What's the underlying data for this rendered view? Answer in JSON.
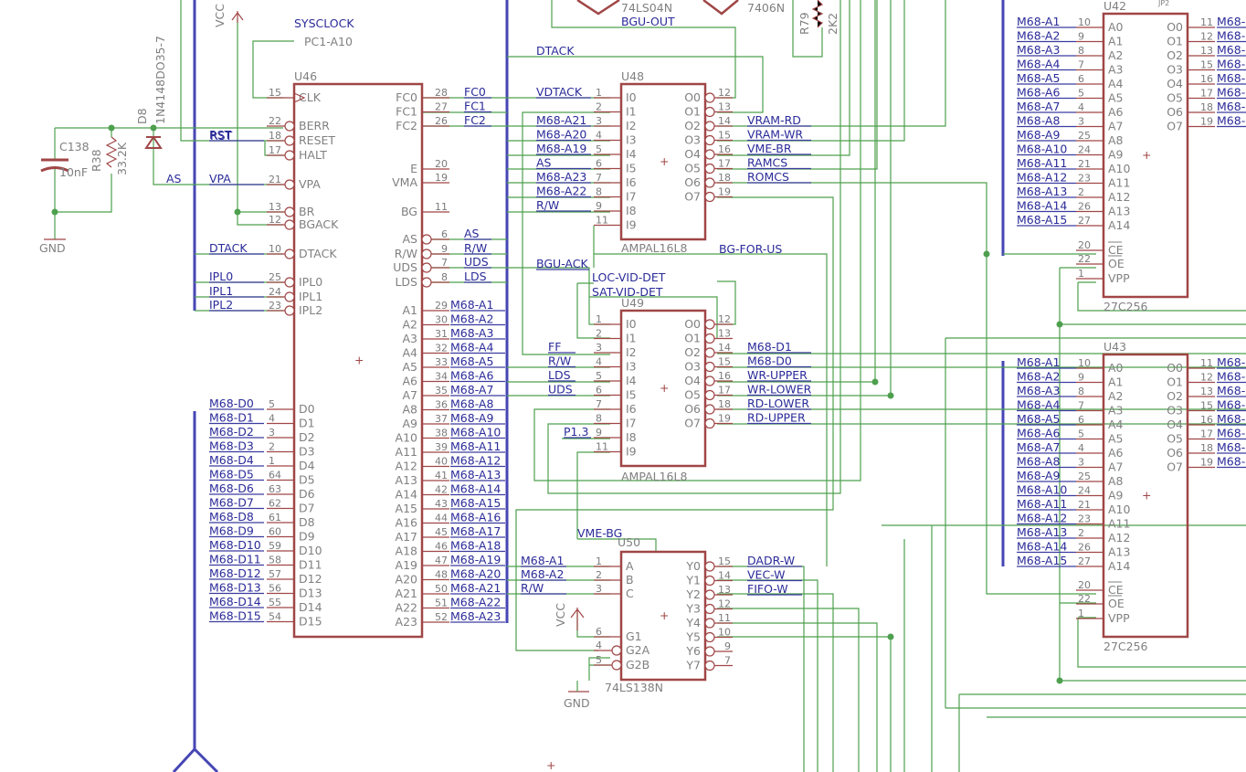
{
  "colors": {
    "background": "#ffffff",
    "wire": "#4ea04e",
    "bus": "#4646b4",
    "part_body": "#a04646",
    "net_label": "#2b2b9a",
    "part_text": "#808080"
  },
  "power": {
    "vcc_left": "VCC",
    "vcc_mid": "VCC",
    "gnd_left": "GND",
    "gnd_mid": "GND"
  },
  "top_labels": {
    "sysclock": "SYSCLOCK",
    "pc1": "PC1-A10",
    "ls04": "74LS04N",
    "ls7406": "7406N",
    "bgu_out": "BGU-OUT",
    "r79": "R79",
    "r79_value": "2K2",
    "jp2": "JP2"
  },
  "passives": {
    "c138_ref": "C138",
    "c138_val": "10nF",
    "r38_ref": "R38",
    "r38_val": "33.2K",
    "d8_ref": "D8",
    "d8_val": "1N4148DO35-7"
  },
  "u46": {
    "ref": "U46",
    "left_pins": [
      {
        "num": "15",
        "name": "CLK",
        "net": ""
      },
      {
        "num": "22",
        "name": "BERR",
        "net": ""
      },
      {
        "num": "18",
        "name": "RESET",
        "net": "RST"
      },
      {
        "num": "17",
        "name": "HALT",
        "net": ""
      },
      {
        "num": "21",
        "name": "VPA",
        "net": "VPA"
      },
      {
        "num": "13",
        "name": "BR",
        "net": ""
      },
      {
        "num": "12",
        "name": "BGACK",
        "net": ""
      },
      {
        "num": "10",
        "name": "DTACK",
        "net": "DTACK"
      },
      {
        "num": "25",
        "name": "IPL0",
        "net": "IPL0"
      },
      {
        "num": "24",
        "name": "IPL1",
        "net": "IPL1"
      },
      {
        "num": "23",
        "name": "IPL2",
        "net": "IPL2"
      }
    ],
    "data_pins": [
      {
        "num": "5",
        "name": "D0",
        "net": "M68-D0"
      },
      {
        "num": "4",
        "name": "D1",
        "net": "M68-D1"
      },
      {
        "num": "3",
        "name": "D2",
        "net": "M68-D2"
      },
      {
        "num": "2",
        "name": "D3",
        "net": "M68-D3"
      },
      {
        "num": "1",
        "name": "D4",
        "net": "M68-D4"
      },
      {
        "num": "64",
        "name": "D5",
        "net": "M68-D5"
      },
      {
        "num": "63",
        "name": "D6",
        "net": "M68-D6"
      },
      {
        "num": "62",
        "name": "D7",
        "net": "M68-D7"
      },
      {
        "num": "61",
        "name": "D8",
        "net": "M68-D8"
      },
      {
        "num": "60",
        "name": "D9",
        "net": "M68-D9"
      },
      {
        "num": "59",
        "name": "D10",
        "net": "M68-D10"
      },
      {
        "num": "58",
        "name": "D11",
        "net": "M68-D11"
      },
      {
        "num": "57",
        "name": "D12",
        "net": "M68-D12"
      },
      {
        "num": "56",
        "name": "D13",
        "net": "M68-D13"
      },
      {
        "num": "55",
        "name": "D14",
        "net": "M68-D14"
      },
      {
        "num": "54",
        "name": "D15",
        "net": "M68-D15"
      }
    ],
    "fc_pins": [
      {
        "num": "28",
        "name": "FC0",
        "net": "FC0"
      },
      {
        "num": "27",
        "name": "FC1",
        "net": "FC1"
      },
      {
        "num": "26",
        "name": "FC2",
        "net": "FC2"
      }
    ],
    "right_misc": [
      {
        "num": "20",
        "name": "E",
        "net": ""
      },
      {
        "num": "19",
        "name": "VMA",
        "net": ""
      },
      {
        "num": "11",
        "name": "BG",
        "net": ""
      },
      {
        "num": "6",
        "name": "AS",
        "net": "AS"
      },
      {
        "num": "9",
        "name": "R/W",
        "net": "R/W"
      },
      {
        "num": "7",
        "name": "UDS",
        "net": "UDS"
      },
      {
        "num": "8",
        "name": "LDS",
        "net": "LDS"
      }
    ],
    "addr_pins": [
      {
        "num": "29",
        "name": "A1",
        "net": "M68-A1"
      },
      {
        "num": "30",
        "name": "A2",
        "net": "M68-A2"
      },
      {
        "num": "31",
        "name": "A3",
        "net": "M68-A3"
      },
      {
        "num": "32",
        "name": "A4",
        "net": "M68-A4"
      },
      {
        "num": "33",
        "name": "A5",
        "net": "M68-A5"
      },
      {
        "num": "34",
        "name": "A6",
        "net": "M68-A6"
      },
      {
        "num": "35",
        "name": "A7",
        "net": "M68-A7"
      },
      {
        "num": "36",
        "name": "A8",
        "net": "M68-A8"
      },
      {
        "num": "37",
        "name": "A9",
        "net": "M68-A9"
      },
      {
        "num": "38",
        "name": "A10",
        "net": "M68-A10"
      },
      {
        "num": "39",
        "name": "A11",
        "net": "M68-A11"
      },
      {
        "num": "40",
        "name": "A12",
        "net": "M68-A12"
      },
      {
        "num": "41",
        "name": "A13",
        "net": "M68-A13"
      },
      {
        "num": "42",
        "name": "A14",
        "net": "M68-A14"
      },
      {
        "num": "43",
        "name": "A15",
        "net": "M68-A15"
      },
      {
        "num": "44",
        "name": "A16",
        "net": "M68-A16"
      },
      {
        "num": "45",
        "name": "A17",
        "net": "M68-A17"
      },
      {
        "num": "46",
        "name": "A18",
        "net": "M68-A18"
      },
      {
        "num": "47",
        "name": "A19",
        "net": "M68-A19"
      },
      {
        "num": "48",
        "name": "A20",
        "net": "M68-A20"
      },
      {
        "num": "50",
        "name": "A21",
        "net": "M68-A21"
      },
      {
        "num": "51",
        "name": "A22",
        "net": "M68-A22"
      },
      {
        "num": "52",
        "name": "A23",
        "net": "M68-A23"
      }
    ],
    "misc_nets": {
      "as": "AS",
      "dtack": "DTACK"
    }
  },
  "u48": {
    "ref": "U48",
    "type": "AMPAL16L8",
    "inputs": [
      {
        "num": "1",
        "name": "I0",
        "net": "VDTACK"
      },
      {
        "num": "2",
        "name": "I1",
        "net": ""
      },
      {
        "num": "3",
        "name": "I2",
        "net": "M68-A21"
      },
      {
        "num": "4",
        "name": "I3",
        "net": "M68-A20"
      },
      {
        "num": "5",
        "name": "I4",
        "net": "M68-A19"
      },
      {
        "num": "6",
        "name": "I5",
        "net": "AS"
      },
      {
        "num": "7",
        "name": "I6",
        "net": "M68-A23"
      },
      {
        "num": "8",
        "name": "I7",
        "net": "M68-A22"
      },
      {
        "num": "9",
        "name": "I8",
        "net": "R/W"
      },
      {
        "num": "11",
        "name": "I9",
        "net": ""
      }
    ],
    "outputs": [
      {
        "num": "12",
        "name": "O0",
        "net": ""
      },
      {
        "num": "13",
        "name": "O1",
        "net": ""
      },
      {
        "num": "14",
        "name": "O2",
        "net": "VRAM-RD"
      },
      {
        "num": "15",
        "name": "O3",
        "net": "VRAM-WR"
      },
      {
        "num": "16",
        "name": "O4",
        "net": "VME-BR"
      },
      {
        "num": "17",
        "name": "O5",
        "net": "RAMCS"
      },
      {
        "num": "18",
        "name": "O6",
        "net": "ROMCS"
      },
      {
        "num": "19",
        "name": "O7",
        "net": ""
      }
    ],
    "dtack_net": "DTACK"
  },
  "u49": {
    "ref": "U49",
    "type": "AMPAL16L8",
    "inputs": [
      {
        "num": "1",
        "name": "I0",
        "net": ""
      },
      {
        "num": "2",
        "name": "I1",
        "net": ""
      },
      {
        "num": "3",
        "name": "I2",
        "net": "FF"
      },
      {
        "num": "4",
        "name": "I3",
        "net": "R/W"
      },
      {
        "num": "5",
        "name": "I4",
        "net": "LDS"
      },
      {
        "num": "6",
        "name": "I5",
        "net": "UDS"
      },
      {
        "num": "7",
        "name": "I6",
        "net": ""
      },
      {
        "num": "8",
        "name": "I7",
        "net": ""
      },
      {
        "num": "9",
        "name": "I8",
        "net": "P1.3"
      },
      {
        "num": "11",
        "name": "I9",
        "net": ""
      }
    ],
    "outputs": [
      {
        "num": "12",
        "name": "O0",
        "net": ""
      },
      {
        "num": "13",
        "name": "O1",
        "net": ""
      },
      {
        "num": "14",
        "name": "O2",
        "net": "M68-D1"
      },
      {
        "num": "15",
        "name": "O3",
        "net": "M68-D0"
      },
      {
        "num": "16",
        "name": "O4",
        "net": "WR-UPPER"
      },
      {
        "num": "17",
        "name": "O5",
        "net": "WR-LOWER"
      },
      {
        "num": "18",
        "name": "O6",
        "net": "RD-LOWER"
      },
      {
        "num": "19",
        "name": "O7",
        "net": "RD-UPPER"
      }
    ],
    "extra_nets": {
      "bgu_ack": "BGU-ACK",
      "bg_for_us": "BG-FOR-US",
      "loc_vid": "LOC-VID-DET",
      "sat_vid": "SAT-VID-DET"
    }
  },
  "u50": {
    "ref": "U50",
    "type": "74LS138N",
    "top_net": "VME-BG",
    "inputs": [
      {
        "num": "1",
        "name": "A",
        "net": "M68-A1"
      },
      {
        "num": "2",
        "name": "B",
        "net": "M68-A2"
      },
      {
        "num": "3",
        "name": "C",
        "net": "R/W"
      },
      {
        "num": "6",
        "name": "G1",
        "net": ""
      },
      {
        "num": "4",
        "name": "G2A",
        "net": ""
      },
      {
        "num": "5",
        "name": "G2B",
        "net": ""
      }
    ],
    "outputs": [
      {
        "num": "15",
        "name": "Y0",
        "net": "DADR-W"
      },
      {
        "num": "14",
        "name": "Y1",
        "net": "VEC-W"
      },
      {
        "num": "13",
        "name": "Y2",
        "net": "FIFO-W"
      },
      {
        "num": "12",
        "name": "Y3",
        "net": ""
      },
      {
        "num": "11",
        "name": "Y4",
        "net": ""
      },
      {
        "num": "10",
        "name": "Y5",
        "net": ""
      },
      {
        "num": "9",
        "name": "Y6",
        "net": ""
      },
      {
        "num": "7",
        "name": "Y7",
        "net": ""
      }
    ]
  },
  "u42": {
    "ref": "U42",
    "type": "27C256",
    "addr": [
      {
        "num": "10",
        "name": "A0",
        "net": "M68-A1"
      },
      {
        "num": "9",
        "name": "A1",
        "net": "M68-A2"
      },
      {
        "num": "8",
        "name": "A2",
        "net": "M68-A3"
      },
      {
        "num": "7",
        "name": "A3",
        "net": "M68-A4"
      },
      {
        "num": "6",
        "name": "A4",
        "net": "M68-A5"
      },
      {
        "num": "5",
        "name": "A5",
        "net": "M68-A6"
      },
      {
        "num": "4",
        "name": "A6",
        "net": "M68-A7"
      },
      {
        "num": "3",
        "name": "A7",
        "net": "M68-A8"
      },
      {
        "num": "25",
        "name": "A8",
        "net": "M68-A9"
      },
      {
        "num": "24",
        "name": "A9",
        "net": "M68-A10"
      },
      {
        "num": "21",
        "name": "A10",
        "net": "M68-A11"
      },
      {
        "num": "23",
        "name": "A11",
        "net": "M68-A12"
      },
      {
        "num": "2",
        "name": "A12",
        "net": "M68-A13"
      },
      {
        "num": "26",
        "name": "A13",
        "net": "M68-A14"
      },
      {
        "num": "27",
        "name": "A14",
        "net": "M68-A15"
      }
    ],
    "ctrl": [
      {
        "num": "20",
        "name": "CE"
      },
      {
        "num": "22",
        "name": "OE"
      },
      {
        "num": "1",
        "name": "VPP"
      }
    ],
    "outputs": [
      {
        "num": "11",
        "name": "O0",
        "net": "M68-"
      },
      {
        "num": "12",
        "name": "O1",
        "net": "M68-"
      },
      {
        "num": "13",
        "name": "O2",
        "net": "M68-"
      },
      {
        "num": "15",
        "name": "O3",
        "net": "M68-"
      },
      {
        "num": "16",
        "name": "O4",
        "net": "M68-"
      },
      {
        "num": "17",
        "name": "O5",
        "net": "M68-"
      },
      {
        "num": "18",
        "name": "O6",
        "net": "M68-"
      },
      {
        "num": "19",
        "name": "O7",
        "net": "M68-"
      }
    ]
  },
  "u43": {
    "ref": "U43",
    "type": "27C256",
    "addr": [
      {
        "num": "10",
        "name": "A0",
        "net": "M68-A1"
      },
      {
        "num": "9",
        "name": "A1",
        "net": "M68-A2"
      },
      {
        "num": "8",
        "name": "A2",
        "net": "M68-A3"
      },
      {
        "num": "7",
        "name": "A3",
        "net": "M68-A4"
      },
      {
        "num": "6",
        "name": "A4",
        "net": "M68-A5"
      },
      {
        "num": "5",
        "name": "A5",
        "net": "M68-A6"
      },
      {
        "num": "4",
        "name": "A6",
        "net": "M68-A7"
      },
      {
        "num": "3",
        "name": "A7",
        "net": "M68-A8"
      },
      {
        "num": "25",
        "name": "A8",
        "net": "M68-A9"
      },
      {
        "num": "24",
        "name": "A9",
        "net": "M68-A10"
      },
      {
        "num": "21",
        "name": "A10",
        "net": "M68-A11"
      },
      {
        "num": "23",
        "name": "A11",
        "net": "M68-A12"
      },
      {
        "num": "2",
        "name": "A12",
        "net": "M68-A13"
      },
      {
        "num": "26",
        "name": "A13",
        "net": "M68-A14"
      },
      {
        "num": "27",
        "name": "A14",
        "net": "M68-A15"
      }
    ],
    "ctrl": [
      {
        "num": "20",
        "name": "CE"
      },
      {
        "num": "22",
        "name": "OE"
      },
      {
        "num": "1",
        "name": "VPP"
      }
    ],
    "outputs": [
      {
        "num": "11",
        "name": "O0",
        "net": "M68-"
      },
      {
        "num": "12",
        "name": "O1",
        "net": "M68-"
      },
      {
        "num": "13",
        "name": "O2",
        "net": "M68-"
      },
      {
        "num": "15",
        "name": "O3",
        "net": "M68-"
      },
      {
        "num": "16",
        "name": "O4",
        "net": "M68-"
      },
      {
        "num": "17",
        "name": "O5",
        "net": "M68-"
      },
      {
        "num": "18",
        "name": "O6",
        "net": "M68-"
      },
      {
        "num": "19",
        "name": "O7",
        "net": "M68-"
      }
    ]
  }
}
